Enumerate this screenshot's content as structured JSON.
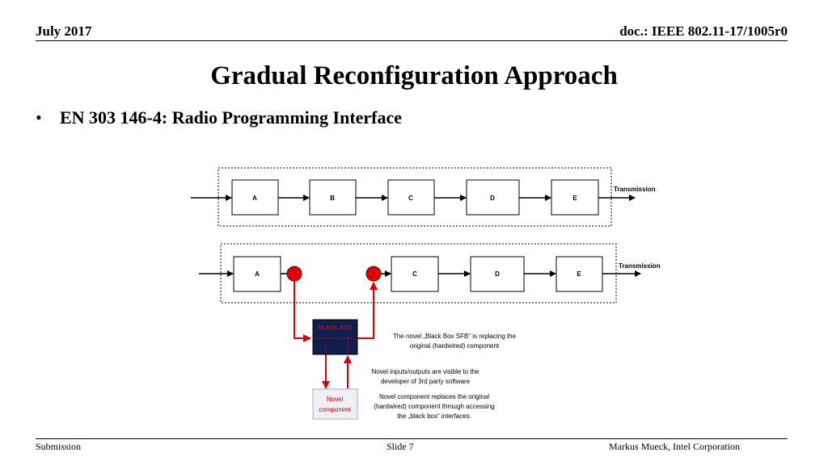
{
  "header": {
    "date": "July 2017",
    "doc": "doc.: IEEE 802.11-17/1005r0"
  },
  "title": "Gradual Reconfiguration Approach",
  "bullet": "EN 303 146-4: Radio Programming Interface",
  "diagram": {
    "top_blocks": [
      "A",
      "B",
      "C",
      "D",
      "E"
    ],
    "top_output_label": "Transmission",
    "bottom_blocks": [
      "A",
      "C",
      "D",
      "E"
    ],
    "bottom_output_label": "Transmission",
    "black_box_label": "BLACK BOX",
    "novel_component_label": [
      "Novel",
      "component"
    ],
    "note1": [
      "The novel „Black Box SFB“ is replacing the",
      "original (hardwired) component"
    ],
    "note2": [
      "Novel inputs/outputs are visible to the",
      "developer of 3rd party software"
    ],
    "note3": [
      "Novel component replaces the original",
      "(hardwired) component through accessing",
      "the „black box“ interfaces."
    ],
    "colors": {
      "accent": "#e00000",
      "black_box": "#0e1f4e",
      "novel_fill": "#eef0f6"
    }
  },
  "footer": {
    "left": "Submission",
    "center": "Slide 7",
    "right": "Markus Mueck, Intel Corporation"
  }
}
